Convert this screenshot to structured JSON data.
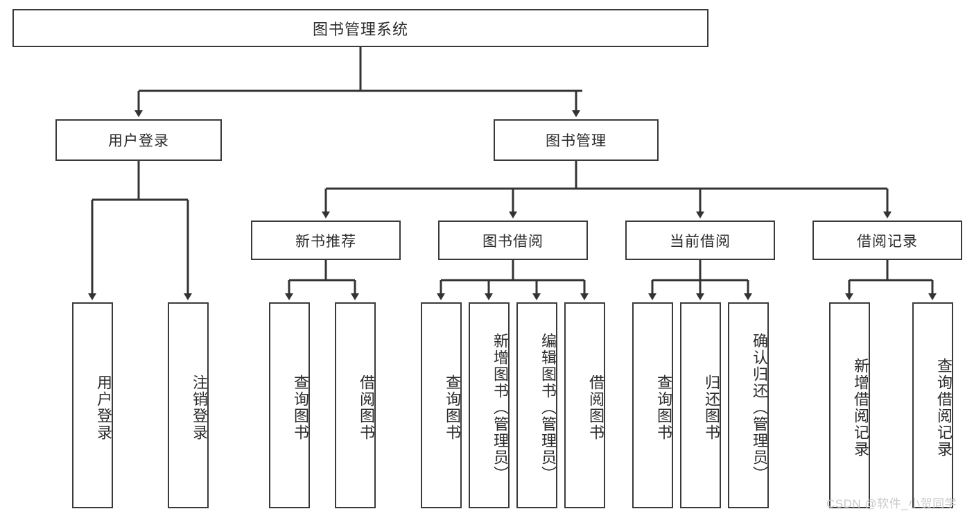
{
  "diagram": {
    "title": "图书管理系统",
    "type": "hierarchy-tree",
    "watermark": "CSDN @软件_小贺同学",
    "colors": {
      "box_border": "#3a3a3a",
      "box_fill": "#ffffff",
      "connector": "#333333",
      "text": "#2b2b2b",
      "watermark": "#c9c9c9"
    },
    "levels": {
      "root": "图书管理系统",
      "level2": [
        "用户登录",
        "图书管理"
      ],
      "level3": [
        "新书推荐",
        "图书借阅",
        "当前借阅",
        "借阅记录"
      ]
    },
    "nodes": {
      "root": {
        "label": "图书管理系统"
      },
      "user_login": {
        "label": "用户登录"
      },
      "book_mgmt": {
        "label": "图书管理"
      },
      "new_book_rec": {
        "label": "新书推荐"
      },
      "book_borrow": {
        "label": "图书借阅"
      },
      "current_borrow": {
        "label": "当前借阅"
      },
      "borrow_record": {
        "label": "借阅记录"
      },
      "leaf_user_login": {
        "label": "用户登录"
      },
      "leaf_logout": {
        "label": "注销登录"
      },
      "leaf_query_book_1": {
        "label": "查询图书"
      },
      "leaf_borrow_book_1": {
        "label": "借阅图书"
      },
      "leaf_query_book_2": {
        "label": "查询图书"
      },
      "leaf_add_book": {
        "label": "新增图书（管理员）"
      },
      "leaf_edit_book": {
        "label": "编辑图书（管理员）"
      },
      "leaf_borrow_book_2": {
        "label": "借阅图书"
      },
      "leaf_query_book_3": {
        "label": "查询图书"
      },
      "leaf_return_book": {
        "label": "归还图书"
      },
      "leaf_confirm_return": {
        "label": "确认归还（管理员）"
      },
      "leaf_add_record": {
        "label": "新增借阅记录"
      },
      "leaf_query_record": {
        "label": "查询借阅记录"
      }
    },
    "edges": [
      {
        "from": "root",
        "to": "user_login"
      },
      {
        "from": "root",
        "to": "book_mgmt"
      },
      {
        "from": "user_login",
        "to": "leaf_user_login"
      },
      {
        "from": "user_login",
        "to": "leaf_logout"
      },
      {
        "from": "book_mgmt",
        "to": "new_book_rec"
      },
      {
        "from": "book_mgmt",
        "to": "book_borrow"
      },
      {
        "from": "book_mgmt",
        "to": "current_borrow"
      },
      {
        "from": "book_mgmt",
        "to": "borrow_record"
      },
      {
        "from": "new_book_rec",
        "to": "leaf_query_book_1"
      },
      {
        "from": "new_book_rec",
        "to": "leaf_borrow_book_1"
      },
      {
        "from": "book_borrow",
        "to": "leaf_query_book_2"
      },
      {
        "from": "book_borrow",
        "to": "leaf_add_book"
      },
      {
        "from": "book_borrow",
        "to": "leaf_edit_book"
      },
      {
        "from": "book_borrow",
        "to": "leaf_borrow_book_2"
      },
      {
        "from": "current_borrow",
        "to": "leaf_query_book_3"
      },
      {
        "from": "current_borrow",
        "to": "leaf_return_book"
      },
      {
        "from": "current_borrow",
        "to": "leaf_confirm_return"
      },
      {
        "from": "borrow_record",
        "to": "leaf_add_record"
      },
      {
        "from": "borrow_record",
        "to": "leaf_query_record"
      }
    ]
  }
}
